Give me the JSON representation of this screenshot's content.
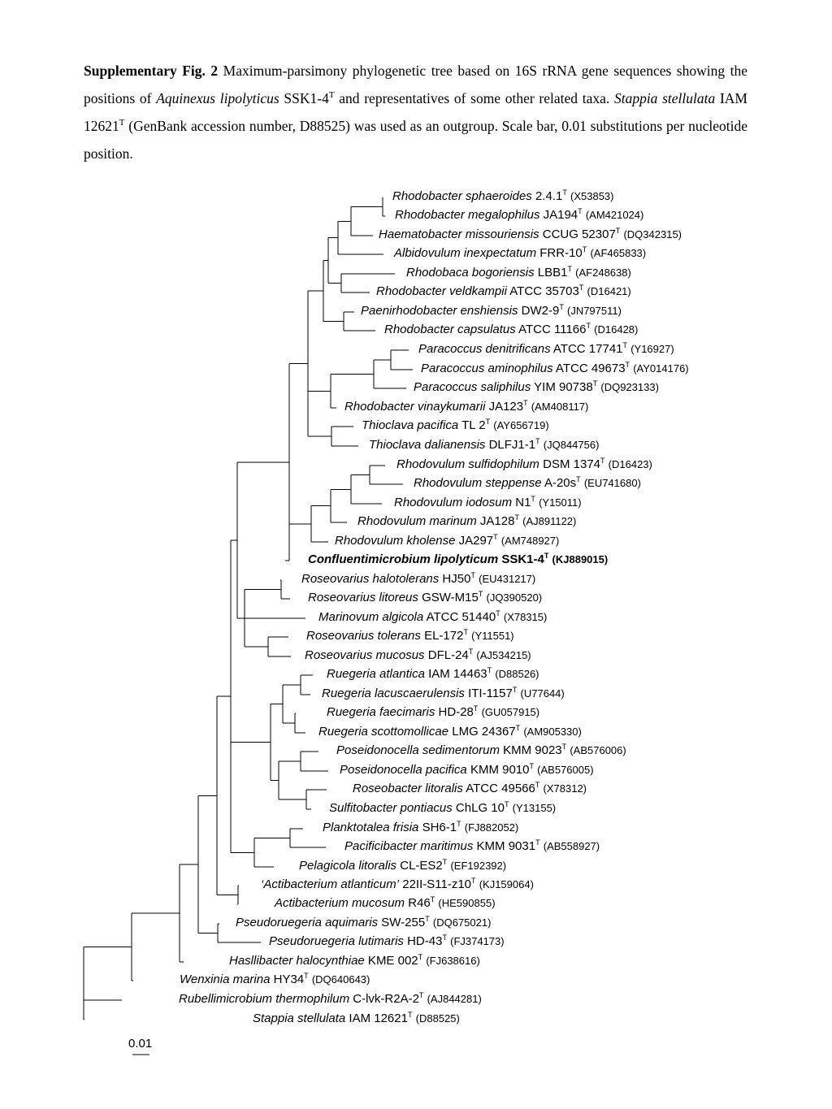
{
  "caption": {
    "fig_label": "Supplementary Fig. 2",
    "text_1": " Maximum-parsimony phylogenetic tree based on 16S rRNA gene sequences showing the positions of ",
    "species_1": "Aquinexus lipolyticus",
    "strain_1": " SSK1-4",
    "sup_1": "T",
    "text_2": " and representatives of some other related taxa. ",
    "species_2": "Stappia stellulata",
    "strain_2": " IAM 12621",
    "sup_2": "T",
    "text_3": " (GenBank accession number, D88525) was used as an outgroup. Scale bar, 0.01 substitutions per nucleotide position."
  },
  "scale_bar": {
    "label": "0.01"
  },
  "tree": {
    "leaves": [
      {
        "species": "Rhodobacter sphaeroides",
        "strain": " 2.4.1",
        "type": "T",
        "acc": "(X53853)"
      },
      {
        "species": "Rhodobacter megalophilus",
        "strain": " JA194",
        "type": "T",
        "acc": "(AM421024)"
      },
      {
        "species": "Haematobacter missouriensis",
        "strain": " CCUG 52307",
        "type": "T",
        "acc": "(DQ342315)"
      },
      {
        "species": "Albidovulum inexpectatum",
        "strain": " FRR-10",
        "type": "T",
        "acc": "(AF465833)"
      },
      {
        "species": "Rhodobaca bogoriensis",
        "strain": " LBB1",
        "type": "T",
        "acc": "(AF248638)"
      },
      {
        "species": "Rhodobacter veldkampii",
        "strain": " ATCC 35703",
        "type": "T",
        "acc": "(D16421)"
      },
      {
        "species": "Paenirhodobacter enshiensis",
        "strain": " DW2-9",
        "type": "T",
        "acc": "(JN797511)"
      },
      {
        "species": "Rhodobacter capsulatus",
        "strain": " ATCC 11166",
        "type": "T",
        "acc": "(D16428)"
      },
      {
        "species": "Paracoccus denitrificans",
        "strain": " ATCC 17741",
        "type": "T",
        "acc": "(Y16927)"
      },
      {
        "species": "Paracoccus aminophilus",
        "strain": " ATCC 49673",
        "type": "T",
        "acc": "(AY014176)"
      },
      {
        "species": "Paracoccus saliphilus",
        "strain": " YIM 90738",
        "type": "T",
        "acc": "(DQ923133)"
      },
      {
        "species": "Rhodobacter vinaykumarii",
        "strain": " JA123",
        "type": "T",
        "acc": "(AM408117)"
      },
      {
        "species": "Thioclava pacifica",
        "strain": " TL 2",
        "type": "T",
        "acc": "(AY656719)"
      },
      {
        "species": "Thioclava dalianensis",
        "strain": " DLFJ1-1",
        "type": "T",
        "acc": "(JQ844756)"
      },
      {
        "species": "Rhodovulum sulfidophilum",
        "strain": " DSM 1374",
        "type": "T",
        "acc": "(D16423)"
      },
      {
        "species": "Rhodovulum steppense",
        "strain": " A-20s",
        "type": "T",
        "acc": "(EU741680)"
      },
      {
        "species": "Rhodovulum iodosum",
        "strain": " N1",
        "type": "T",
        "acc": "(Y15011)"
      },
      {
        "species": "Rhodovulum marinum",
        "strain": " JA128",
        "type": "T",
        "acc": "(AJ891122)"
      },
      {
        "species": "Rhodovulum kholense",
        "strain": " JA297",
        "type": "T",
        "acc": "(AM748927)"
      },
      {
        "species": "Confluentimicrobium lipolyticum",
        "strain": " SSK1-4",
        "type": "T",
        "acc": "(KJ889015)",
        "bold": true
      },
      {
        "species": "Roseovarius halotolerans",
        "strain": " HJ50",
        "type": "T",
        "acc": "(EU431217)"
      },
      {
        "species": "Roseovarius litoreus",
        "strain": " GSW-M15",
        "type": "T",
        "acc": "(JQ390520)"
      },
      {
        "species": "Marinovum algicola",
        "strain": " ATCC 51440",
        "type": "T",
        "acc": "(X78315)"
      },
      {
        "species": "Roseovarius tolerans",
        "strain": " EL-172",
        "type": "T",
        "acc": "(Y11551)"
      },
      {
        "species": "Roseovarius mucosus",
        "strain": " DFL-24",
        "type": "T",
        "acc": "(AJ534215)"
      },
      {
        "species": "Ruegeria atlantica",
        "strain": " IAM 14463",
        "type": "T",
        "acc": "(D88526)"
      },
      {
        "species": "Ruegeria lacuscaerulensis",
        "strain": " ITI-1157",
        "type": "T",
        "acc": "(U77644)"
      },
      {
        "species": "Ruegeria faecimaris",
        "strain": " HD-28",
        "type": "T",
        "acc": "(GU057915)"
      },
      {
        "species": "Ruegeria scottomollicae",
        "strain": " LMG 24367",
        "type": "T",
        "acc": "(AM905330)"
      },
      {
        "species": "Poseidonocella sedimentorum",
        "strain": " KMM 9023",
        "type": "T",
        "acc": "(AB576006)"
      },
      {
        "species": "Poseidonocella pacifica",
        "strain": " KMM 9010",
        "type": "T",
        "acc": "(AB576005)"
      },
      {
        "species": "Roseobacter litoralis",
        "strain": " ATCC 49566",
        "type": "T",
        "acc": "(X78312)"
      },
      {
        "species": "Sulfitobacter pontiacus",
        "strain": " ChLG 10",
        "type": "T",
        "acc": "(Y13155)"
      },
      {
        "species": "Planktotalea frisia",
        "strain": " SH6-1",
        "type": "T",
        "acc": "(FJ882052)"
      },
      {
        "species": "Pacificibacter maritimus",
        "strain": " KMM 9031",
        "type": "T",
        "acc": "(AB558927)"
      },
      {
        "species": "Pelagicola litoralis",
        "strain": " CL-ES2",
        "type": "T",
        "acc": "(EF192392)"
      },
      {
        "species": "‘Actibacterium atlanticum’",
        "strain": " 22II-S11-z10",
        "type": "T",
        "acc": "(KJ159064)"
      },
      {
        "species": "Actibacterium mucosum",
        "strain": " R46",
        "type": "T",
        "acc": "(HE590855)"
      },
      {
        "species": "Pseudoruegeria aquimaris",
        "strain": " SW-255",
        "type": "T",
        "acc": "(DQ675021)"
      },
      {
        "species": "Pseudoruegeria lutimaris",
        "strain": " HD-43",
        "type": "T",
        "acc": "(FJ374173)"
      },
      {
        "species": "Hasllibacter halocynthiae",
        "strain": " KME 002",
        "type": "T",
        "acc": "(FJ638616)"
      },
      {
        "species": "Wenxinia marina",
        "strain": " HY34",
        "type": "T",
        "acc": "(DQ640643)"
      },
      {
        "species": "Rubellimicrobium thermophilum",
        "strain": " C-lvk-R2A-2",
        "type": "T",
        "acc": "(AJ844281)"
      },
      {
        "species": "Stappia stellulata",
        "strain": " IAM 12621",
        "type": "T",
        "acc": "(D88525)"
      }
    ]
  }
}
